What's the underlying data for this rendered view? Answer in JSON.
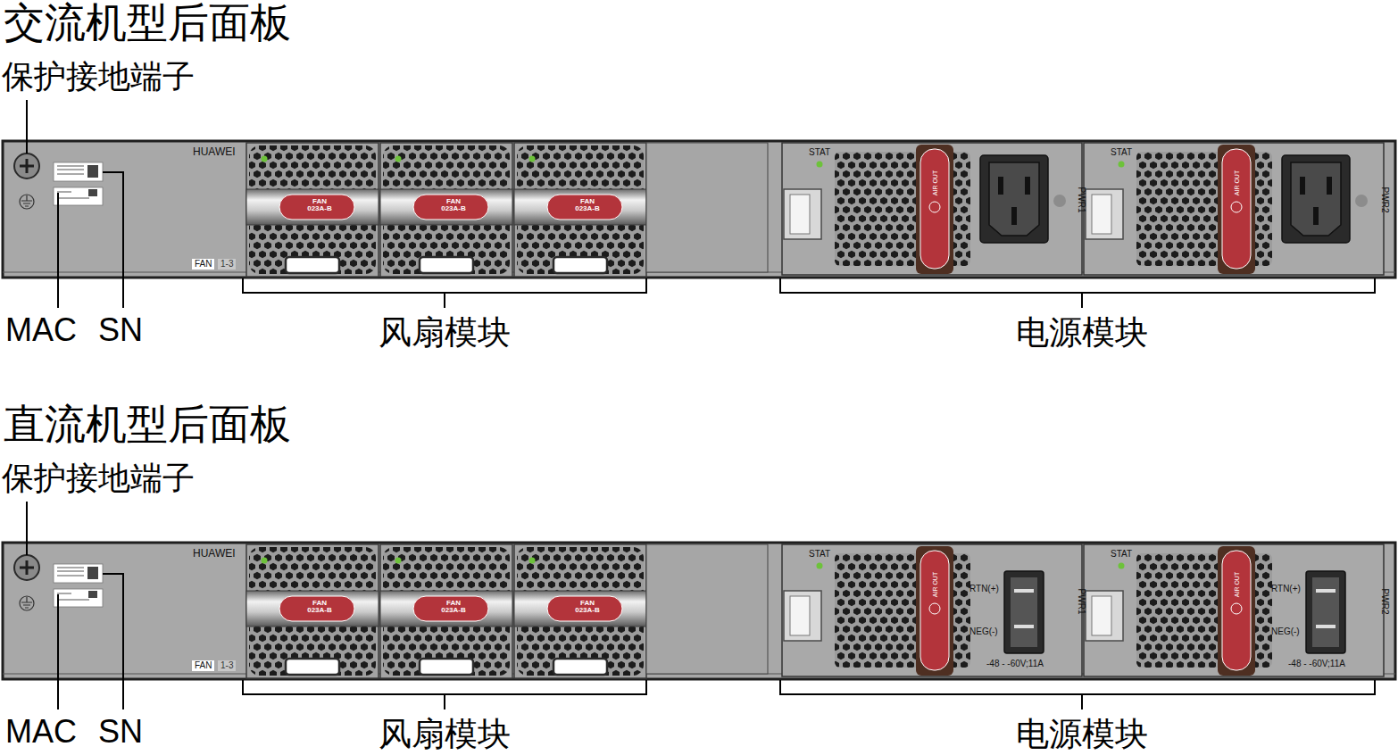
{
  "diagram": {
    "labels": [
      "交流机型后面板",
      "保护接地端子",
      "HUAWEI",
      "FAN",
      "1-3",
      "FAN 023A-B",
      "FAN 023A-B",
      "FAN 023A-B",
      "STAT",
      "AIR OUT",
      "PWR1",
      "STAT",
      "AIR OUT",
      "PWR2",
      "MAC",
      "SN",
      "风扇模块",
      "电源模块",
      "直流机型后面板",
      "保护接地端子",
      "HUAWEI",
      "FAN",
      "1-3",
      "FAN 023A-B",
      "FAN 023A-B",
      "FAN 023A-B",
      "STAT",
      "AIR OUT",
      "RTN(+)",
      "NEG(-)",
      "-48 - -60V;11A",
      "PWR1",
      "STAT",
      "AIR OUT",
      "RTN(+)",
      "NEG(-)",
      "-48 - -60V;11A",
      "PWR2",
      "MAC",
      "SN",
      "风扇模块",
      "电源模块"
    ]
  }
}
